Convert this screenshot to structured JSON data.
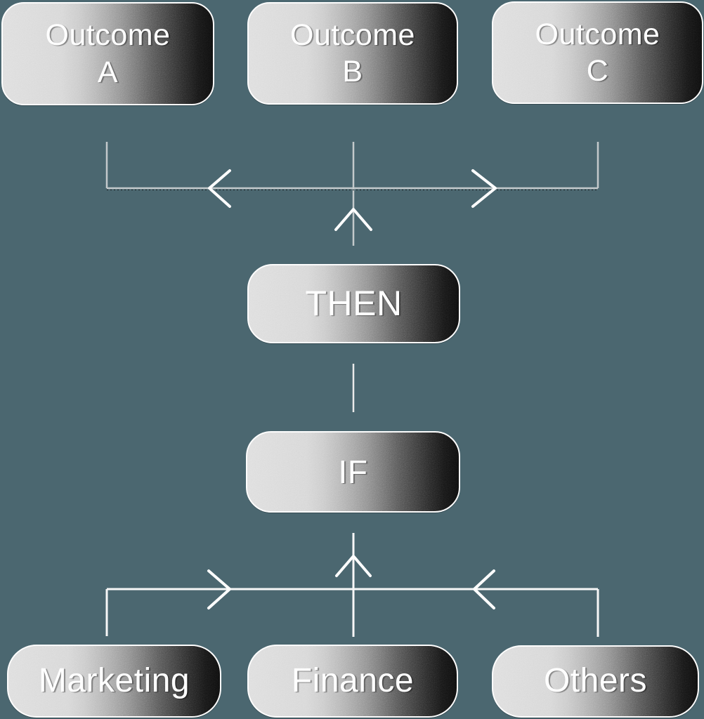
{
  "page": {
    "background_color": "#4b6770"
  },
  "diagram": {
    "type": "flowchart",
    "direction": "bottom-to-top",
    "nodes": [
      {
        "id": "outcome-a",
        "label": "Outcome\nA",
        "role": "outcome"
      },
      {
        "id": "outcome-b",
        "label": "Outcome\nB",
        "role": "outcome"
      },
      {
        "id": "outcome-c",
        "label": "Outcome\nC",
        "role": "outcome"
      },
      {
        "id": "then",
        "label": "THEN",
        "role": "operator"
      },
      {
        "id": "if",
        "label": "IF",
        "role": "operator"
      },
      {
        "id": "marketing",
        "label": "Marketing",
        "role": "input"
      },
      {
        "id": "finance",
        "label": "Finance",
        "role": "input"
      },
      {
        "id": "others",
        "label": "Others",
        "role": "input"
      }
    ],
    "edges": [
      {
        "from": "marketing",
        "to": "if"
      },
      {
        "from": "finance",
        "to": "if"
      },
      {
        "from": "others",
        "to": "if"
      },
      {
        "from": "if",
        "to": "then"
      },
      {
        "from": "then",
        "to": "outcome-a"
      },
      {
        "from": "then",
        "to": "outcome-b"
      },
      {
        "from": "then",
        "to": "outcome-c"
      }
    ],
    "colors": {
      "background": "#4b6770",
      "node_border": "#ffffff",
      "node_text": "#ffffff",
      "node_gradient_from": "#dddddd",
      "node_gradient_to": "#0c0c0c",
      "connector_top": "#c3c9cb",
      "connector_top_shadow": "#171d1f",
      "connector_middle": "#eaeaea",
      "connector_bottom": "#f7f7f7",
      "arrowhead": "#ffffff"
    }
  }
}
